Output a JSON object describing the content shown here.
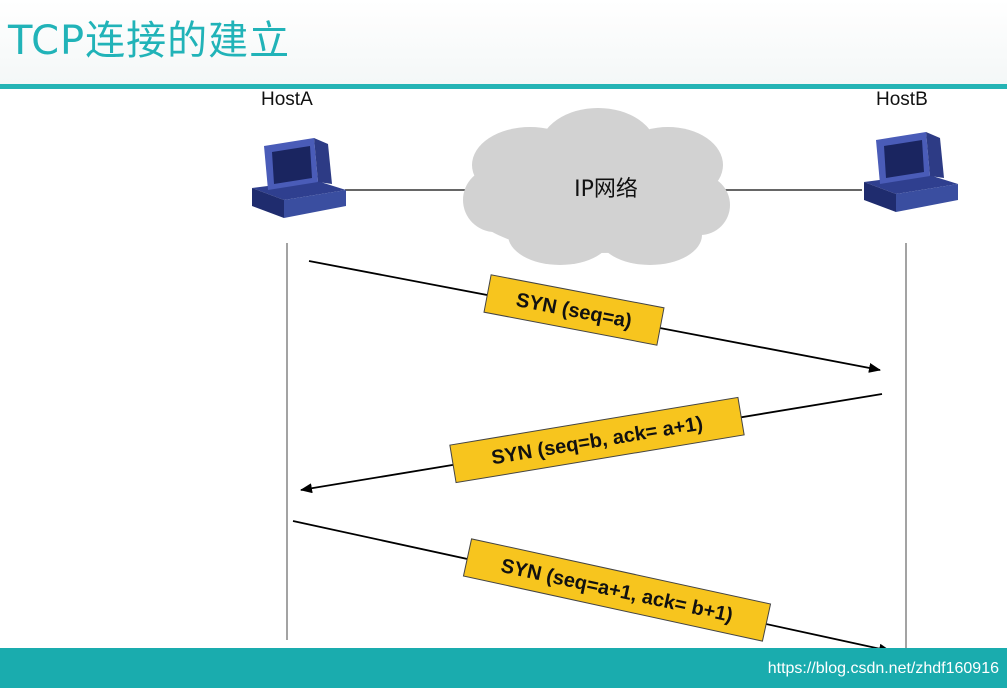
{
  "title": "TCP连接的建立",
  "hosts": {
    "a": "HostA",
    "b": "HostB"
  },
  "network": "IP网络",
  "messages": [
    {
      "label": "SYN (seq=a)"
    },
    {
      "label": "SYN (seq=b, ack= a+1)"
    },
    {
      "label": "SYN (seq=a+1, ack= b+1)"
    }
  ],
  "watermark": "https://blog.csdn.net/zhdf160916",
  "colors": {
    "accent": "#25b4b5",
    "label_fill": "#f7c51e",
    "cloud": "#d2d2d2",
    "computer": "#3c4fa8"
  },
  "icons": [
    "computer-icon",
    "cloud-shape"
  ]
}
